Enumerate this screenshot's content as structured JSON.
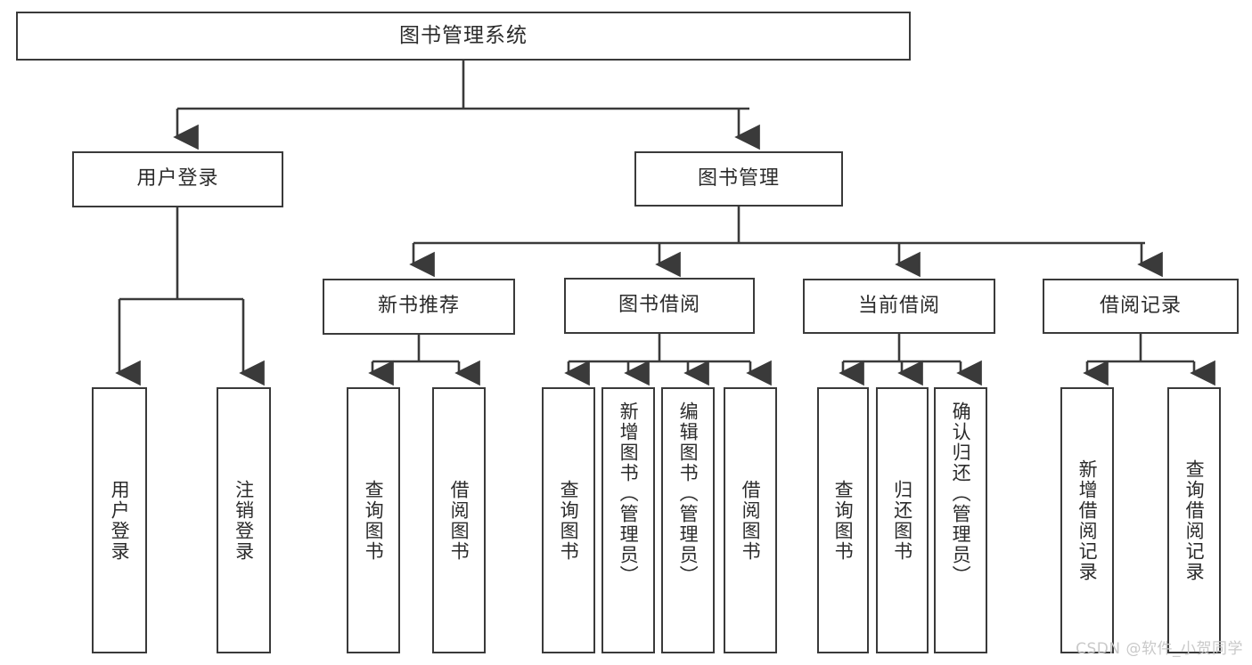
{
  "diagram": {
    "title": "图书管理系统",
    "type": "tree",
    "watermark": "CSDN @软件_小贺同学",
    "root": {
      "label": "图书管理系统"
    },
    "level1": [
      {
        "label": "用户登录"
      },
      {
        "label": "图书管理"
      }
    ],
    "level2": [
      {
        "label": "新书推荐"
      },
      {
        "label": "图书借阅"
      },
      {
        "label": "当前借阅"
      },
      {
        "label": "借阅记录"
      }
    ],
    "leaves": {
      "user_login": [
        {
          "label": "用户登录"
        },
        {
          "label": "注销登录"
        }
      ],
      "new_book": [
        {
          "label": "查询图书"
        },
        {
          "label": "借阅图书"
        }
      ],
      "borrow_book": [
        {
          "label": "查询图书"
        },
        {
          "label": "新增图书（管理员）"
        },
        {
          "label": "编辑图书（管理员）"
        },
        {
          "label": "借阅图书"
        }
      ],
      "current_borrow": [
        {
          "label": "查询图书"
        },
        {
          "label": "归还图书"
        },
        {
          "label": "确认归还（管理员）"
        }
      ],
      "borrow_record": [
        {
          "label": "新增借阅记录"
        },
        {
          "label": "查询借阅记录"
        }
      ]
    },
    "colors": {
      "stroke": "#3a3a3a",
      "text": "#2b2b2b",
      "background": "#ffffff",
      "watermark": "#c9c9c9"
    }
  }
}
